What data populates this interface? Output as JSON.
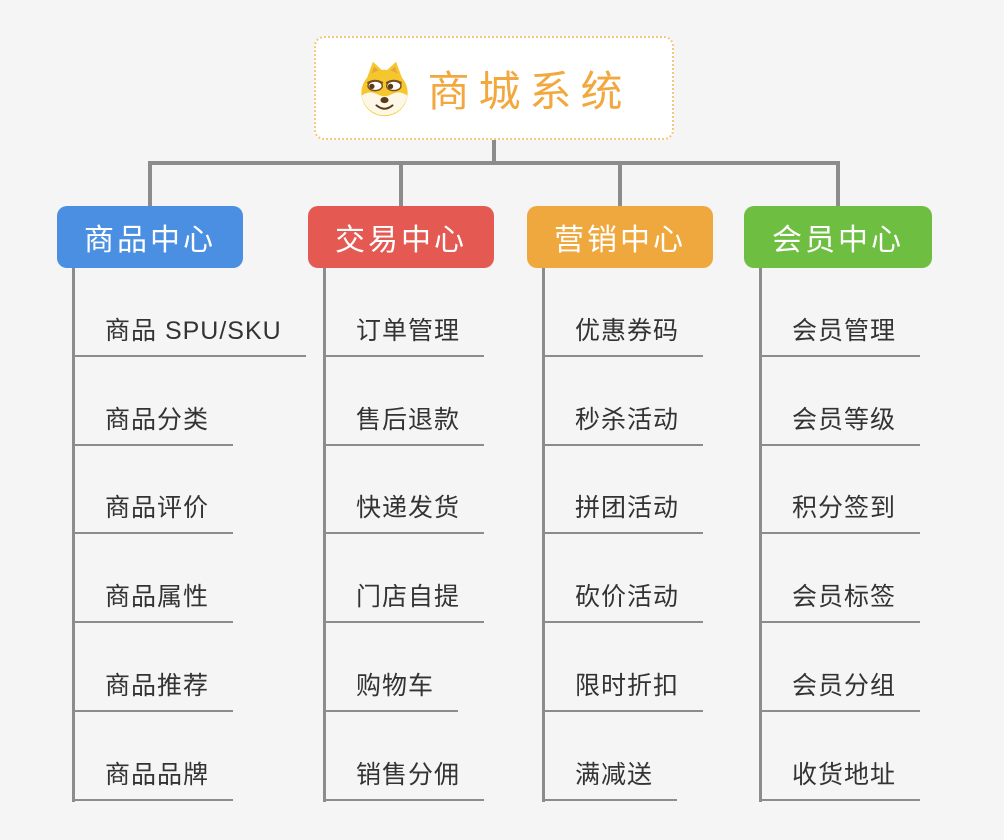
{
  "page": {
    "background": "#f5f5f5",
    "connector_color": "#8c8c8c",
    "leaf_text_color": "#333333"
  },
  "root": {
    "title": "商城系统",
    "icon": "dog-face-icon",
    "title_color": "#f2a83e",
    "border_color": "#f3c87e",
    "background": "#ffffff"
  },
  "branches": [
    {
      "label": "商品中心",
      "color": "#4a8fe2",
      "items": [
        "商品 SPU/SKU",
        "商品分类",
        "商品评价",
        "商品属性",
        "商品推荐",
        "商品品牌"
      ]
    },
    {
      "label": "交易中心",
      "color": "#e45a52",
      "items": [
        "订单管理",
        "售后退款",
        "快递发货",
        "门店自提",
        "购物车",
        "销售分佣"
      ]
    },
    {
      "label": "营销中心",
      "color": "#efa83d",
      "items": [
        "优惠券码",
        "秒杀活动",
        "拼团活动",
        "砍价活动",
        "限时折扣",
        "满减送"
      ]
    },
    {
      "label": "会员中心",
      "color": "#6dbe41",
      "items": [
        "会员管理",
        "会员等级",
        "积分签到",
        "会员标签",
        "会员分组",
        "收货地址"
      ]
    }
  ]
}
